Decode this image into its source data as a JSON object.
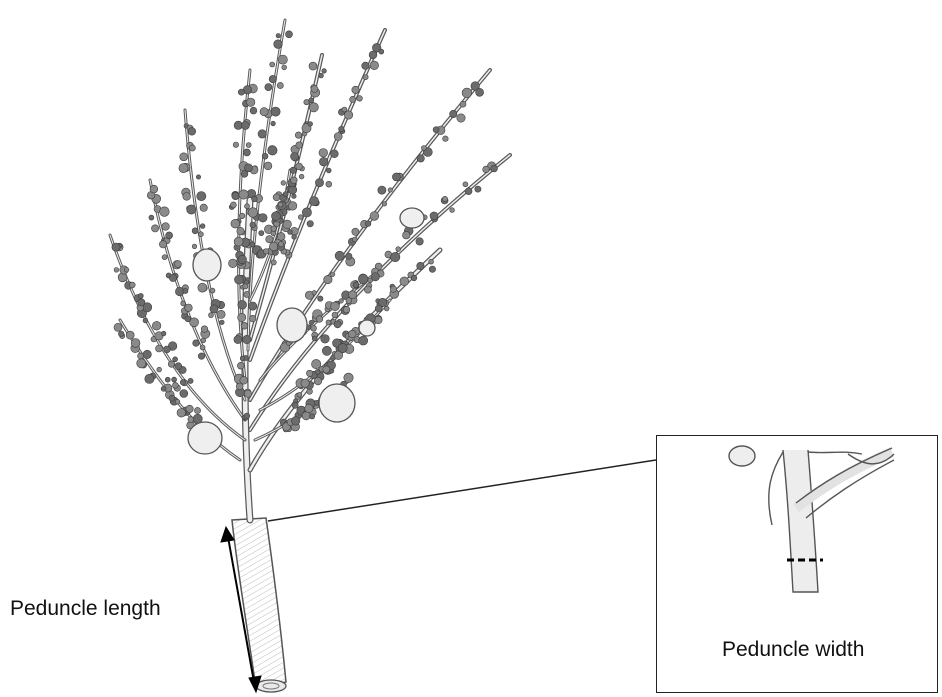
{
  "labels": {
    "peduncle_length": "Peduncle length",
    "peduncle_width": "Peduncle width"
  },
  "figure": {
    "subject": "panicle sketch with branching peduncle",
    "line_color": "#555555",
    "fill_color": "#e6e6e6"
  }
}
